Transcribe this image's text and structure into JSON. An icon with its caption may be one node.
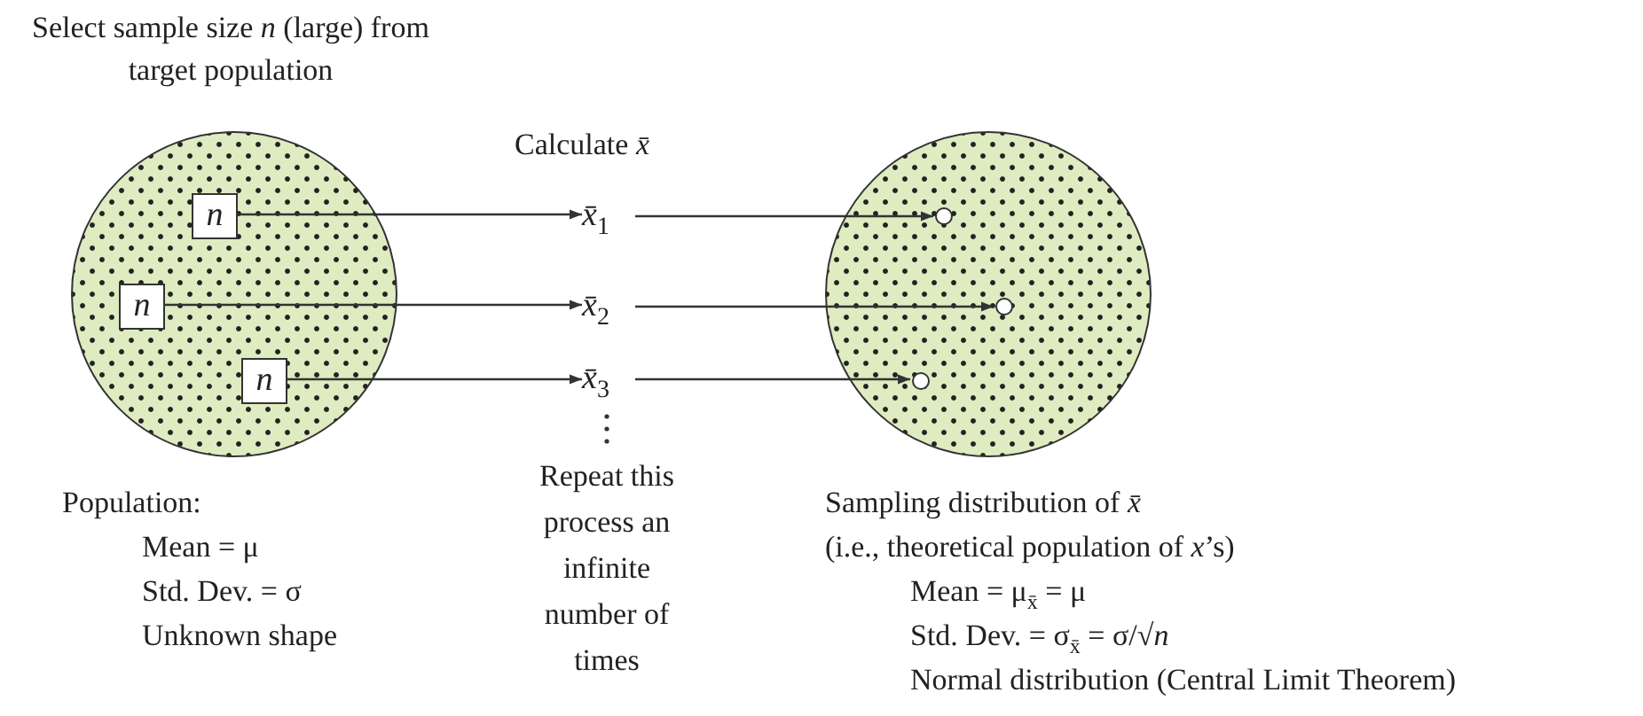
{
  "diagram": {
    "nodes": [
      {
        "text": [],
        "shape": "circle",
        "beside": [
          "Select sample size *n* (large) from target population",
          "Population:",
          "Mean = μ",
          "Std. Dev. = σ",
          "Unknown shape"
        ]
      },
      {
        "text": [
          "n"
        ],
        "in": 0
      },
      {
        "text": [
          "n"
        ],
        "in": 0
      },
      {
        "text": [
          "n"
        ],
        "in": 0
      },
      {
        "text": [
          "*x̄*$_{1}$"
        ]
      },
      {
        "text": [
          "*x̄*$_{2}$"
        ]
      },
      {
        "text": [
          "*x̄*$_{3}$"
        ]
      },
      {
        "text": [],
        "shape": "circle",
        "beside": [
          "Sampling distribution of *x̄*",
          "(i.e., theoretical population of *x*’s)",
          "Mean = μ$_{x̄}$ = μ",
          "Std. Dev. = σ$_{x̄}$ = σ/√*n*",
          "Normal distribution (Central Limit Theorem)"
        ]
      },
      {
        "text": [],
        "shape": "circle",
        "in": 7
      },
      {
        "text": [],
        "shape": "circle",
        "in": 7
      },
      {
        "text": [],
        "shape": "circle",
        "in": 7
      }
    ],
    "edges": [
      {
        "from": 1,
        "to": 4,
        "arrow": "to"
      },
      {
        "from": 2,
        "to": 5,
        "arrow": "to"
      },
      {
        "from": 3,
        "to": 6,
        "arrow": "to"
      },
      {
        "from": 4,
        "to": 8,
        "arrow": "to"
      },
      {
        "from": 5,
        "to": 9,
        "arrow": "to"
      },
      {
        "from": 6,
        "to": 10,
        "arrow": "to"
      }
    ],
    "labels": [
      "Calculate *x̄*",
      "Repeat this process an infinite number of times"
    ]
  }
}
